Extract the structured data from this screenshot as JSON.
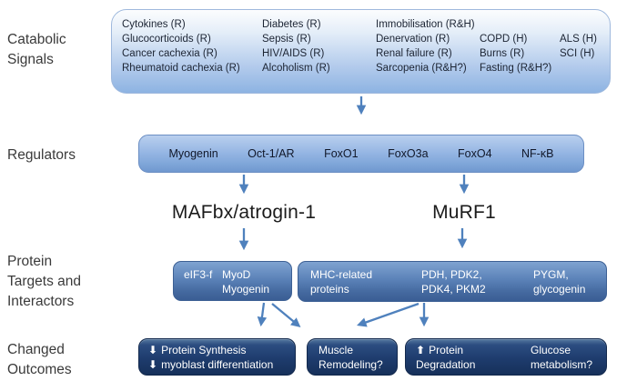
{
  "row_labels": {
    "catabolic": [
      "Catabolic",
      "Signals"
    ],
    "regulators": "Regulators",
    "targets": [
      "Protein",
      "Targets and",
      "Interactors"
    ],
    "outcomes": [
      "Changed",
      "Outcomes"
    ]
  },
  "catabolic": {
    "col1": [
      "Cytokines (R)",
      "Glucocorticoids (R)",
      "Cancer cachexia (R)",
      "Rheumatoid cachexia (R)"
    ],
    "col2": [
      "Diabetes (R)",
      "Sepsis (R)",
      "HIV/AIDS (R)",
      "Alcoholism (R)"
    ],
    "col3": [
      "Immobilisation (R&H)",
      "Denervation (R)",
      "Renal failure (R)",
      "Sarcopenia (R&H?)"
    ],
    "col4": [
      "COPD (H)",
      "Burns (R)",
      "Fasting (R&H?)"
    ],
    "col5": [
      "ALS (H)",
      "SCI (H)"
    ]
  },
  "regulators": [
    "Myogenin",
    "Oct-1/AR",
    "FoxO1",
    "FoxO3a",
    "FoxO4",
    "NF-κB"
  ],
  "ligases": {
    "mafbx": "MAFbx/atrogin-1",
    "murf1": "MuRF1"
  },
  "targets": {
    "box1": {
      "item1": "eIF3-f",
      "item2": "MyoD",
      "item3": "Myogenin"
    },
    "box2": {
      "group1": [
        "MHC-related",
        "proteins"
      ],
      "group2": [
        "PDH, PDK2,",
        "PDK4, PKM2"
      ],
      "group3": [
        "PYGM,",
        "glycogenin"
      ]
    }
  },
  "outcomes": {
    "box1": {
      "glyph": "⬇",
      "line1": "Protein Synthesis",
      "line2": "myoblast differentiation"
    },
    "box2": [
      "Muscle",
      "Remodeling?"
    ],
    "box3": {
      "glyph": "⬆",
      "group1": [
        "Protein",
        "Degradation"
      ],
      "group2": [
        "Glucose",
        "metabolism?"
      ]
    }
  },
  "icons": {
    "down_arrow": "down-arrow",
    "up_arrow": "up-arrow"
  },
  "colors": {
    "arrow_blue": "#4f81bd",
    "light_box_top": "#fcfdfe",
    "light_box_bottom": "#8db3e2",
    "regulator_bar": "#8fb0de",
    "target_box": "#4a6fa5",
    "outcome_box": "#1e3c6d",
    "text_dark": "#1c2433",
    "text_light": "#ffffff"
  }
}
